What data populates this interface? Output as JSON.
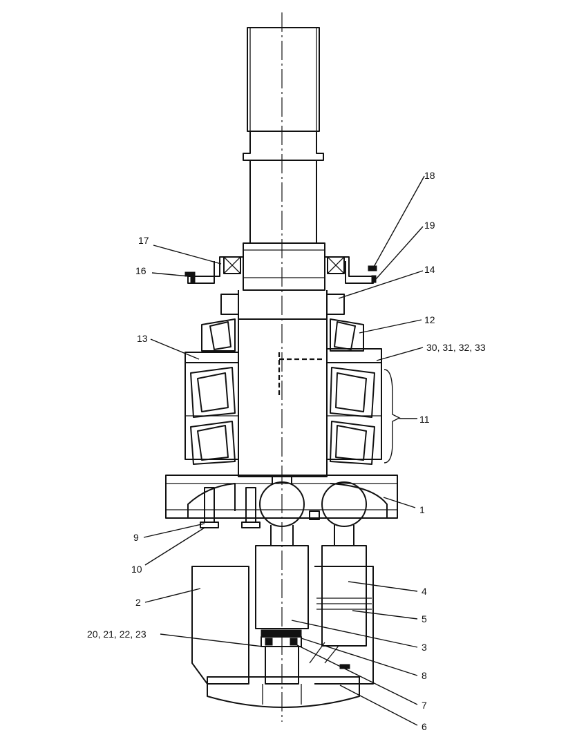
{
  "callouts": {
    "c1": "1",
    "c2": "2",
    "c3": "3",
    "c4": "4",
    "c5": "5",
    "c6": "6",
    "c7": "7",
    "c8": "8",
    "c9": "9",
    "c10": "10",
    "c11": "11",
    "c12": "12",
    "c13": "13",
    "c14": "14",
    "c16": "16",
    "c17": "17",
    "c18": "18",
    "c19": "19",
    "c20_23": "20, 21, 22, 23",
    "c30_33": "30, 31, 32, 33"
  }
}
